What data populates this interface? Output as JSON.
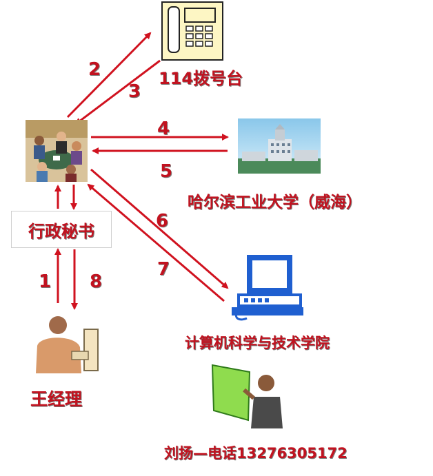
{
  "nodes": {
    "phone": {
      "label": "114拨号台"
    },
    "university": {
      "label": "哈尔滨工业大学（威海）"
    },
    "secretary": {
      "label": "行政秘书"
    },
    "computer_school": {
      "label": "计算机科学与技术学院"
    },
    "manager": {
      "label": "王经理"
    },
    "contact": {
      "label": "刘扬—电话13276305172"
    }
  },
  "steps": [
    "1",
    "2",
    "3",
    "4",
    "5",
    "6",
    "7",
    "8"
  ],
  "colors": {
    "arrow": "#d0121f",
    "text": "#c1121f"
  }
}
